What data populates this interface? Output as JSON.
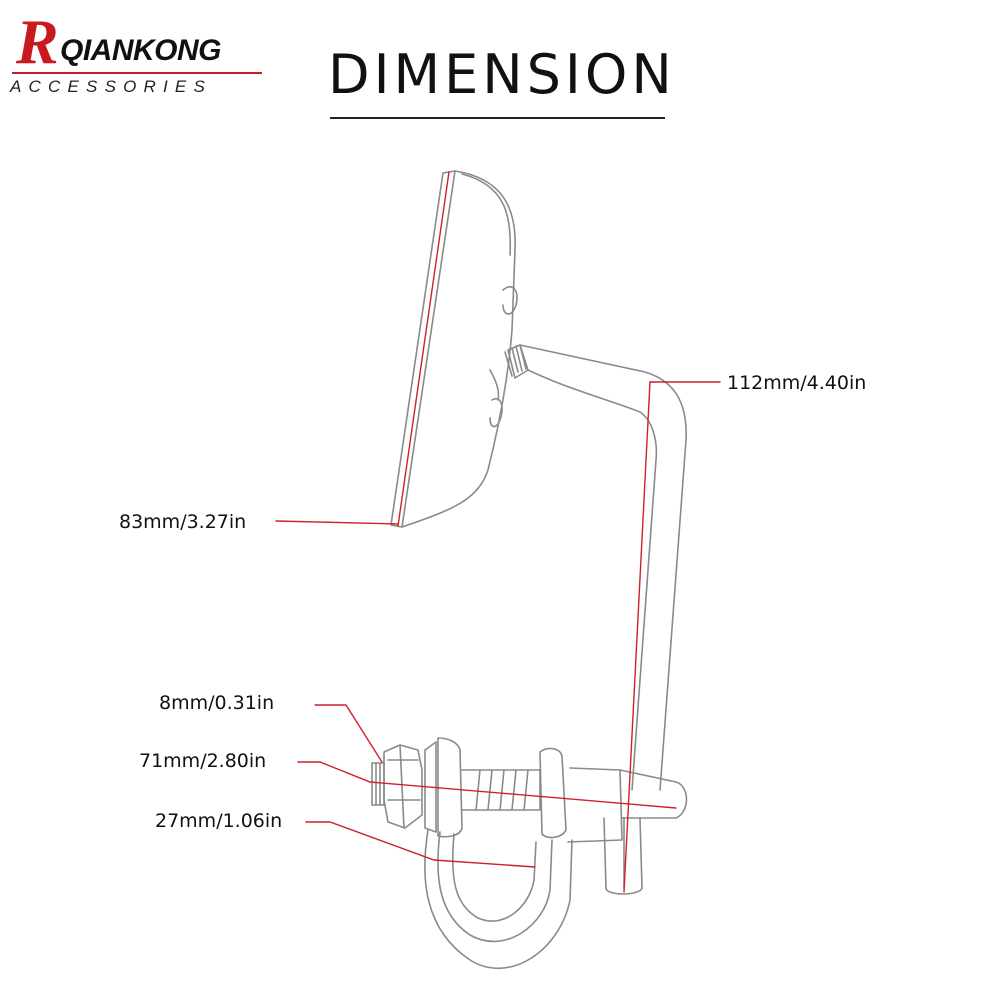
{
  "brand": {
    "initial": "R",
    "name": "QIANKONG",
    "tagline": "ACCESSORIES",
    "accent": "#c8191f"
  },
  "title": "DIMENSION",
  "dimensions": {
    "overall_height": "112mm/4.40in",
    "mirror_diameter": "83mm/3.27in",
    "thread_diameter": "8mm/0.31in",
    "clamp_width": "71mm/2.80in",
    "clamp_opening": "27mm/1.06in"
  },
  "colors": {
    "outline": "#8a8a8a",
    "dimension_line": "#d0202a",
    "text": "#111111"
  }
}
